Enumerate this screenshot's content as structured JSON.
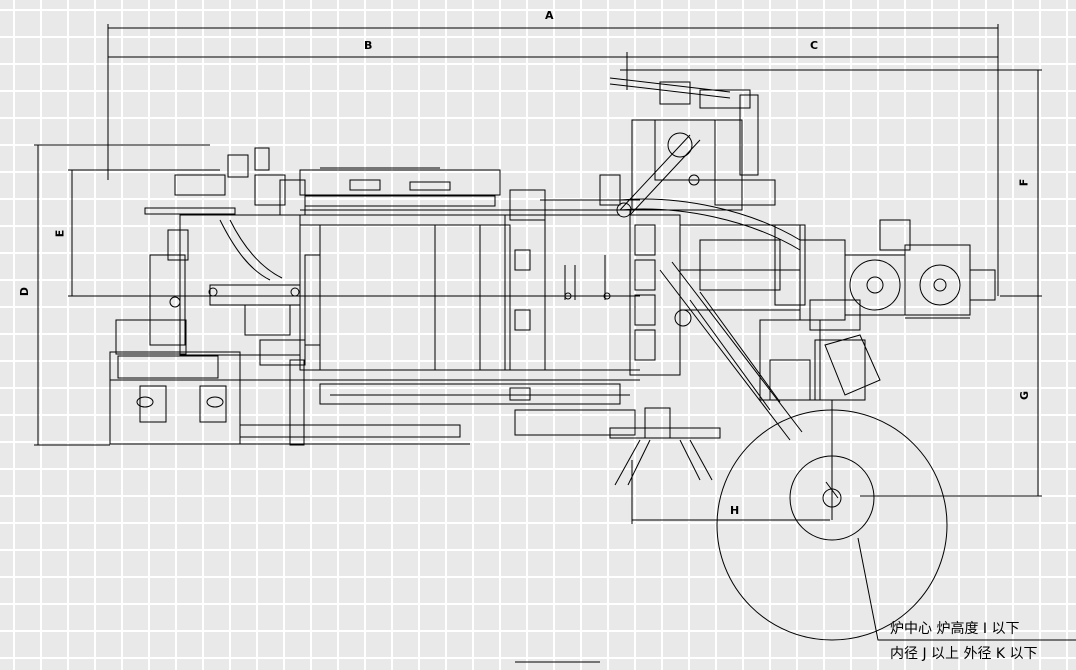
{
  "dimensions": {
    "A": "A",
    "B": "B",
    "C": "C",
    "D": "D",
    "E": "E",
    "F": "F",
    "G": "G",
    "H": "H"
  },
  "notes": {
    "line1": "炉中心  炉高度 I 以下",
    "line2": "内径 J 以上  外径 K 以下"
  },
  "colors": {
    "line": "#000000",
    "grid": "#ffffff",
    "background": "#e9e9e9"
  }
}
